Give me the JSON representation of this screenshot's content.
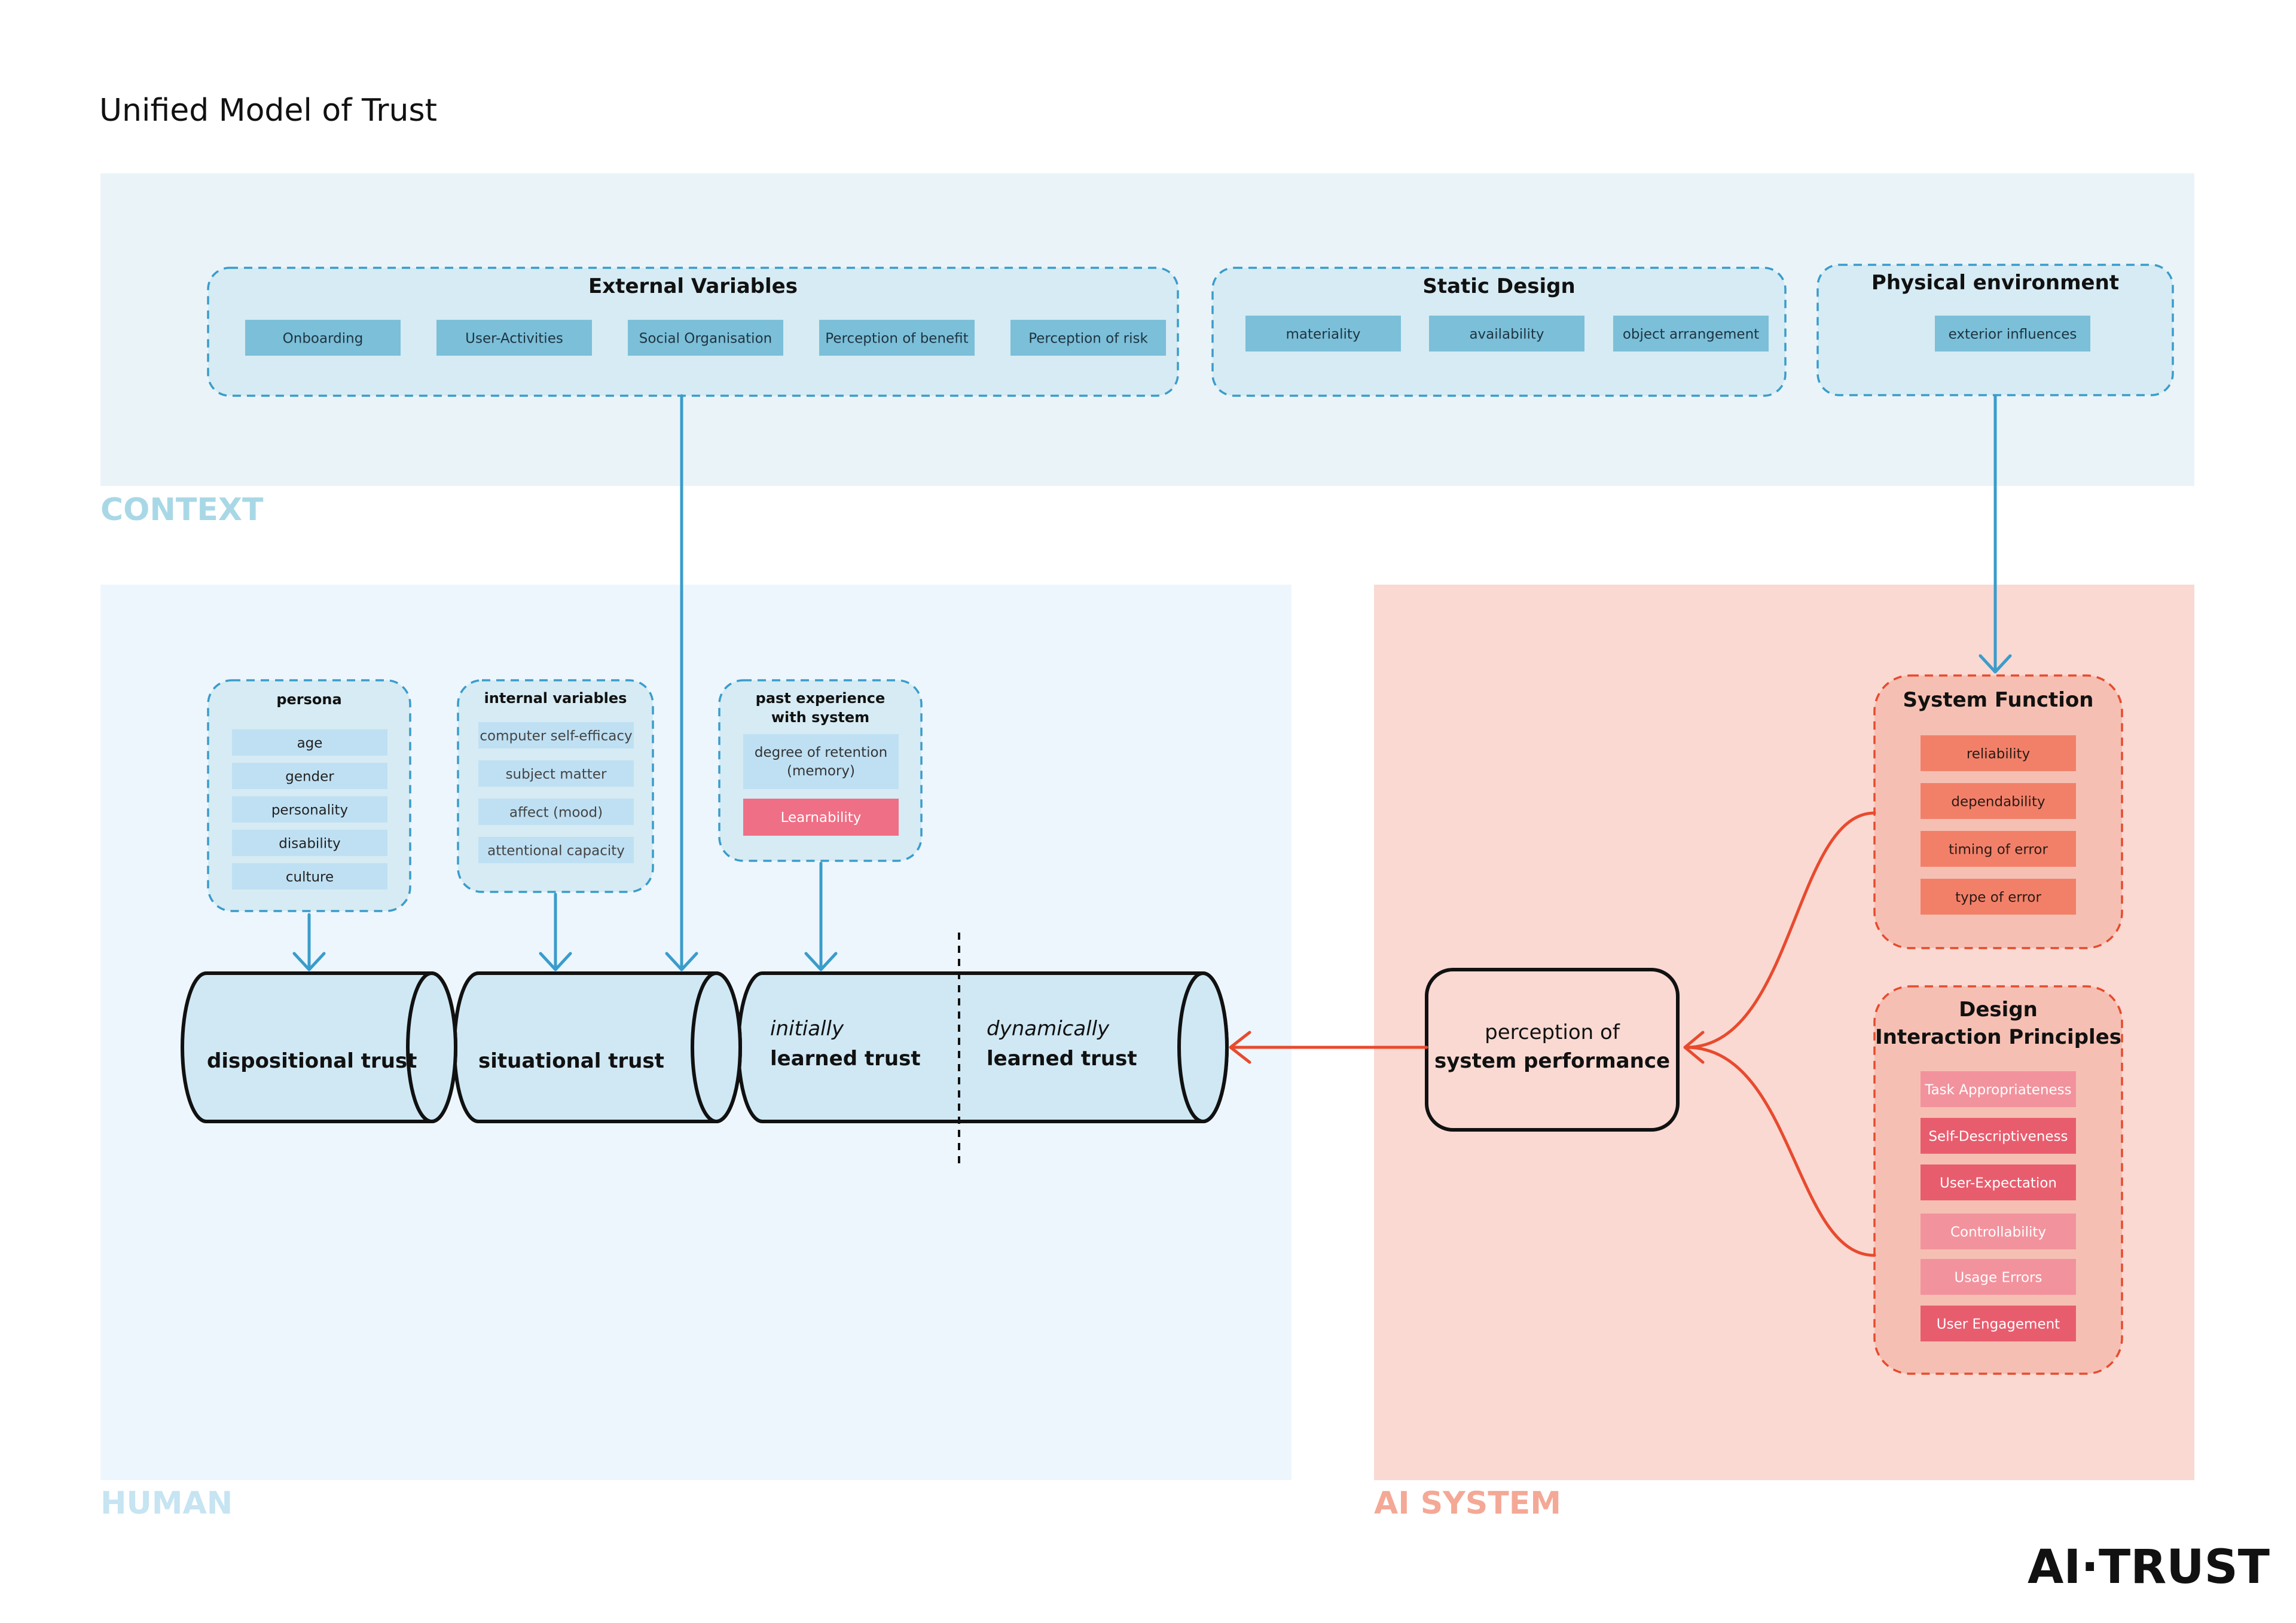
{
  "title": "Unified Model of Trust",
  "regions": {
    "context": "CONTEXT",
    "human": "HUMAN",
    "ai_system": "AI SYSTEM"
  },
  "logo": "AI·TRUST",
  "external_variables": {
    "title": "External Variables",
    "items": [
      "Onboarding",
      "User-Activities",
      "Social Organisation",
      "Perception of benefit",
      "Perception of risk"
    ]
  },
  "static_design": {
    "title": "Static Design",
    "items": [
      "materiality",
      "availability",
      "object arrangement"
    ]
  },
  "physical_environment": {
    "title": "Physical environment",
    "items": [
      "exterior influences"
    ]
  },
  "persona": {
    "title": "persona",
    "items": [
      "age",
      "gender",
      "personality",
      "disability",
      "culture"
    ]
  },
  "internal_variables": {
    "title": "internal variables",
    "items": [
      "computer self-efficacy",
      "subject matter",
      "affect (mood)",
      "attentional capacity"
    ]
  },
  "past_experience": {
    "title_line1": "past experience",
    "title_line2": "with system",
    "retention_line1": "degree of retention",
    "retention_line2": "(memory)",
    "learnability": "Learnability"
  },
  "trust": {
    "dispositional": "dispositional trust",
    "situational": "situational trust",
    "initially_line1": "initially",
    "initially_line2": "learned trust",
    "dynamically_line1": "dynamically",
    "dynamically_line2": "learned trust"
  },
  "perception": {
    "line1": "perception of",
    "line2": "system performance"
  },
  "system_function": {
    "title": "System Function",
    "items": [
      "reliability",
      "dependability",
      "timing of error",
      "type of error"
    ]
  },
  "design_principles": {
    "title_line1": "Design",
    "title_line2": "Interaction Principles",
    "items": [
      "Task Appropriateness",
      "Self-Descriptiveness",
      "User-Expectation",
      "Controllability",
      "Usage Errors",
      "User Engagement"
    ]
  },
  "colors": {
    "context_bg": "#eaf4f8",
    "human_bg": "#edf6fd",
    "ai_bg": "#f9d9d2",
    "group_bg": "#d6ebf3",
    "blue_line": "#3a9ccb",
    "chip_blue": "#7cbfd9",
    "chip_light": "#bfe0f3",
    "chip_pink": "#ef6f86",
    "cylinder": "#cfe8f4",
    "red": "#e84a2e",
    "chip_orange": "#f28069",
    "chip_red": "#e85d6e",
    "chip_pink_light": "#f2929d",
    "context_label": "#a8d8e6",
    "human_label": "#c6e4f2",
    "ai_label": "#f4a896"
  }
}
